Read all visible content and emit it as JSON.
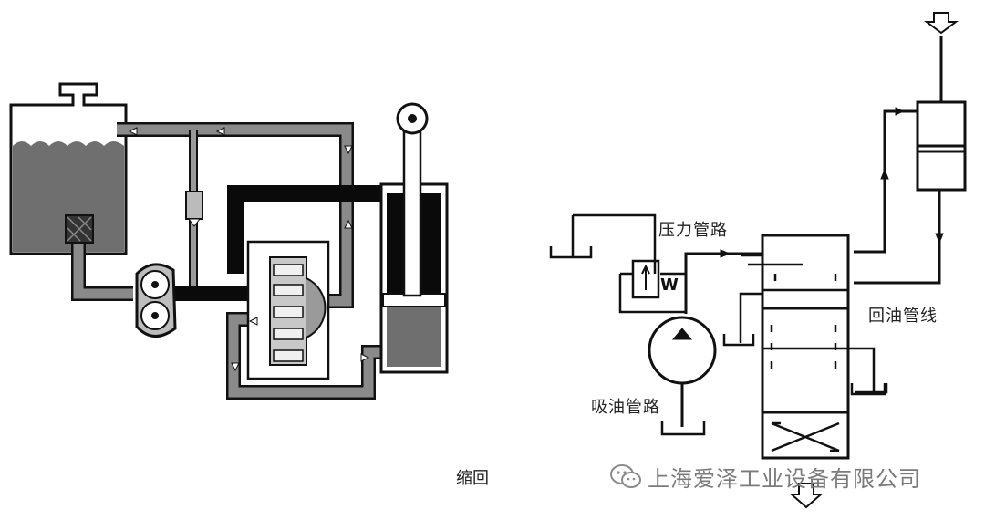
{
  "left_diagram": {
    "caption": "缩回"
  },
  "right_diagram": {
    "labels": {
      "pressure_line": "压力管路",
      "return_line": "回油管线",
      "suction_line": "吸油管路"
    },
    "spring_mark": "W"
  },
  "watermark": {
    "text": "上海爱泽工业设备有限公司",
    "icon": "wechat-icon"
  },
  "colors": {
    "ink": "#111111",
    "oil_gray": "#6f6f6f",
    "light_gray": "#c8c8c8",
    "pressure_black": "#0a0a0a"
  }
}
